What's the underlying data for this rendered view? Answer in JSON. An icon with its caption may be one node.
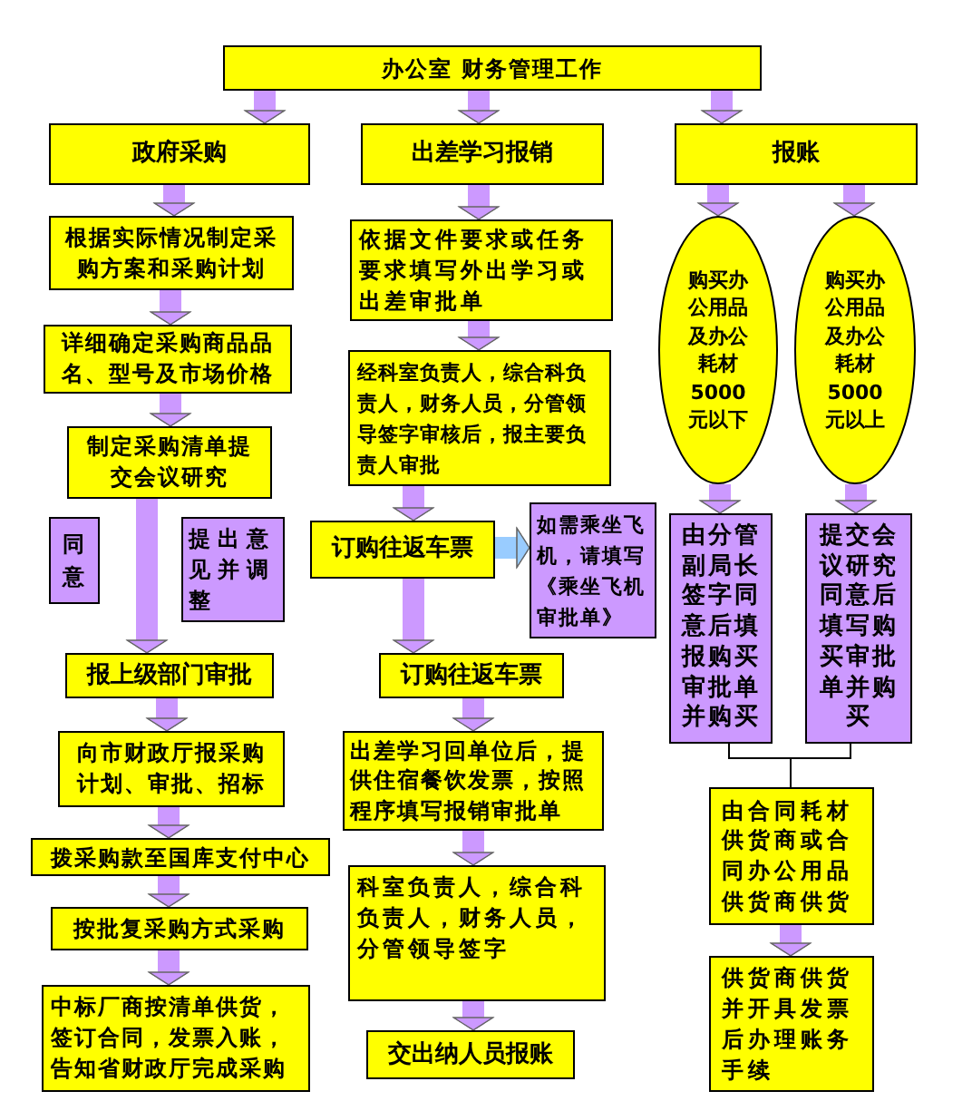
{
  "diagram": {
    "nodes": [
      {
        "text": [
          "办公室 财务管理工作"
        ]
      },
      {
        "text": [
          "政府采购"
        ]
      },
      {
        "text": [
          "根据实际情况制定采购方案和采购计划"
        ]
      },
      {
        "text": [
          "详细确定采购商品品名、型号及市场价格"
        ]
      },
      {
        "text": [
          "制定采购清单提交会议研究"
        ]
      },
      {
        "text": [
          "同意"
        ]
      },
      {
        "text": [
          "提出意见并调整"
        ]
      },
      {
        "text": [
          "报上级部门审批"
        ]
      },
      {
        "text": [
          "向市财政厅报采购计划、审批、招标"
        ]
      },
      {
        "text": [
          "拨采购款至国库支付中心"
        ]
      },
      {
        "text": [
          "按批复采购方式采购"
        ]
      },
      {
        "text": [
          "中标厂商按清单供货，签订合同，发票入账，告知省财政厅完成采购"
        ]
      },
      {
        "text": [
          "出差学习报销"
        ]
      },
      {
        "text": [
          "依据文件要求或任务要求填写外出学习或出差审批单"
        ]
      },
      {
        "text": [
          "经科室负责人，综合科负责人，财务人员，分管领导签字审核后，报主要负责人审批"
        ]
      },
      {
        "text": [
          "订购往返车票"
        ]
      },
      {
        "text": [
          "如需乘坐飞机，请填写《乘坐飞机审批单》"
        ]
      },
      {
        "text": [
          "订购往返车票"
        ]
      },
      {
        "text": [
          "出差学习回单位后，提供住宿餐饮发票，按照程序填写报销审批单"
        ]
      },
      {
        "text": [
          "科室负责人，综合科负责人，财务人员，分管领导签字"
        ]
      },
      {
        "text": [
          "交出纳人员报账"
        ]
      },
      {
        "text": [
          "报账"
        ]
      },
      {
        "text": [
          "购买办公用品及办公耗材5000元以下"
        ]
      },
      {
        "text": [
          "购买办公用品及办公耗材5000元以上"
        ]
      },
      {
        "text": [
          "由分管副局长签字同意后填报购买审批单并购买"
        ]
      },
      {
        "text": [
          "提交会议研究同意后填写购买审批单并购买"
        ]
      },
      {
        "text": [
          "由合同耗材供货商或合同办公用品供货商供货"
        ]
      },
      {
        "text": [
          "供货商供货并开具发票后办理账务手续"
        ]
      }
    ],
    "edges": [
      {
        "from": 0,
        "to": 1,
        "arrow": "to"
      },
      {
        "from": 0,
        "to": 12,
        "arrow": "to"
      },
      {
        "from": 0,
        "to": 21,
        "arrow": "to"
      },
      {
        "from": 1,
        "to": 2,
        "arrow": "to"
      },
      {
        "from": 2,
        "to": 3,
        "arrow": "to"
      },
      {
        "from": 3,
        "to": 4,
        "arrow": "to"
      },
      {
        "from": 4,
        "to": 7,
        "arrow": "to"
      },
      {
        "from": 7,
        "to": 8,
        "arrow": "to"
      },
      {
        "from": 8,
        "to": 9,
        "arrow": "to"
      },
      {
        "from": 9,
        "to": 10,
        "arrow": "to"
      },
      {
        "from": 10,
        "to": 11,
        "arrow": "to"
      },
      {
        "from": 12,
        "to": 13,
        "arrow": "to"
      },
      {
        "from": 13,
        "to": 14,
        "arrow": "to"
      },
      {
        "from": 14,
        "to": 15,
        "arrow": "to"
      },
      {
        "from": 15,
        "to": 16,
        "arrow": "to",
        "color": "#99ccff"
      },
      {
        "from": 15,
        "to": 17,
        "arrow": "to"
      },
      {
        "from": 17,
        "to": 18,
        "arrow": "to"
      },
      {
        "from": 18,
        "to": 19,
        "arrow": "to"
      },
      {
        "from": 19,
        "to": 20,
        "arrow": "to"
      },
      {
        "from": 21,
        "to": 22,
        "arrow": "to"
      },
      {
        "from": 21,
        "to": 23,
        "arrow": "to"
      },
      {
        "from": 22,
        "to": 24,
        "arrow": "to"
      },
      {
        "from": 23,
        "to": 25,
        "arrow": "to"
      },
      {
        "from": 24,
        "to": 26,
        "arrow": "none",
        "color": "#000000"
      },
      {
        "from": 25,
        "to": 26,
        "arrow": "none",
        "color": "#000000"
      },
      {
        "from": 26,
        "to": 27,
        "arrow": "to"
      }
    ]
  }
}
